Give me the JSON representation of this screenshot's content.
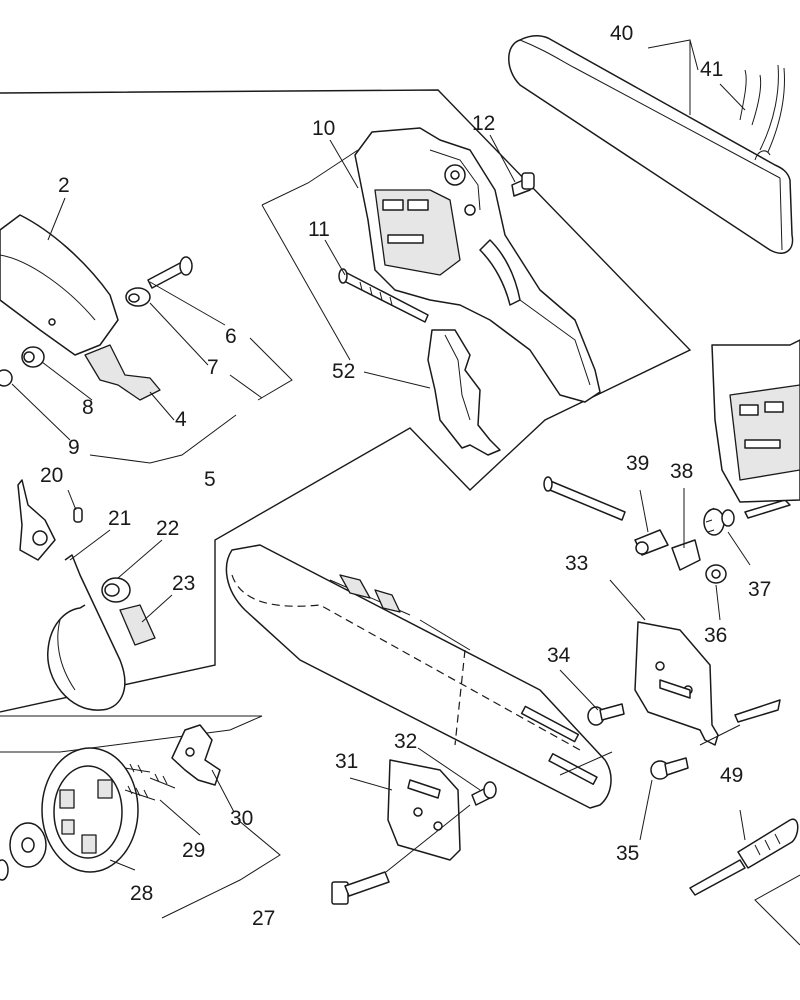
{
  "diagram": {
    "labels": {
      "p2": "2",
      "p4": "4",
      "p5": "5",
      "p6": "6",
      "p7": "7",
      "p8": "8",
      "p9": "9",
      "p10": "10",
      "p11": "11",
      "p12": "12",
      "p20": "20",
      "p21": "21",
      "p22": "22",
      "p23": "23",
      "p27": "27",
      "p28": "28",
      "p29": "29",
      "p30": "30",
      "p31": "31",
      "p32": "32",
      "p33": "33",
      "p34": "34",
      "p35": "35",
      "p36": "36",
      "p37": "37",
      "p38": "38",
      "p39": "39",
      "p40": "40",
      "p41": "41",
      "p49": "49",
      "p52": "52"
    }
  }
}
